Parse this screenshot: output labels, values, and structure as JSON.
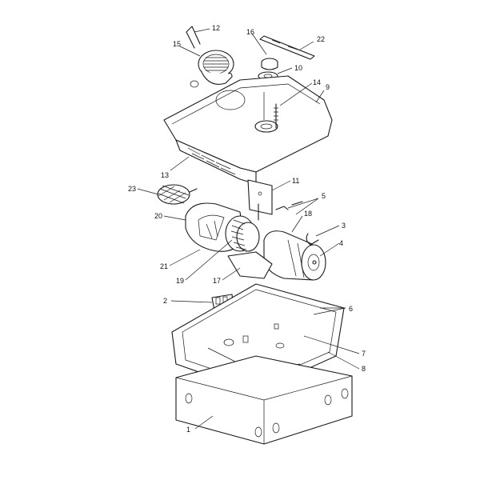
{
  "colors": {
    "highlight": "#5b9bbf",
    "line": "#1a1a1a",
    "background": "#ffffff"
  },
  "callouts": [
    "12",
    "16",
    "22",
    "15",
    "10",
    "14",
    "9",
    "13",
    "11",
    "5",
    "23",
    "20",
    "18",
    "3",
    "4",
    "21",
    "19",
    "17",
    "2",
    "6",
    "7",
    "8",
    "1"
  ]
}
